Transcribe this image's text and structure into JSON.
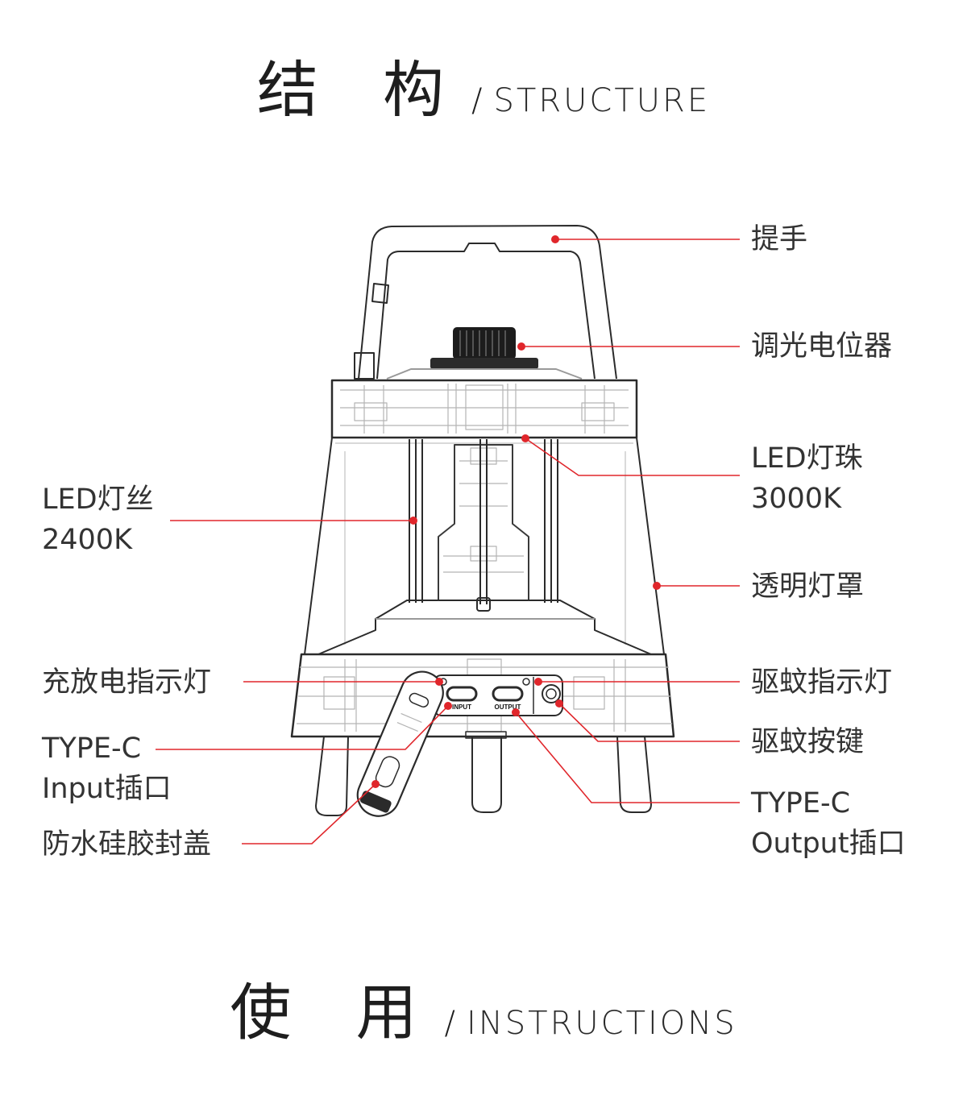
{
  "structure_heading": {
    "zh": "结 构",
    "slash": "/",
    "en": "STRUCTURE"
  },
  "instructions_heading": {
    "zh": "使 用",
    "slash": "/",
    "en": "INSTRUCTIONS"
  },
  "port_text": {
    "input": "INPUT",
    "output": "OUTPUT"
  },
  "callouts": {
    "handle": "提手",
    "dimmer": "调光电位器",
    "led_bead": {
      "line1": "LED灯珠",
      "line2": "3000K"
    },
    "clear_shade": "透明灯罩",
    "repellent_indicator": "驱蚊指示灯",
    "repellent_button": "驱蚊按键",
    "typec_output": {
      "line1": "TYPE-C",
      "line2": "Output插口"
    },
    "led_filament": {
      "line1": "LED灯丝",
      "line2": "2400K"
    },
    "charge_indicator": "充放电指示灯",
    "typec_input": {
      "line1": "TYPE-C",
      "line2": "Input插口"
    },
    "waterproof_cover": "防水硅胶封盖"
  },
  "colors": {
    "leader": "#e0262b",
    "outline": "#2b2b2b",
    "ghost": "#b4b4b4",
    "label": "#333333"
  }
}
